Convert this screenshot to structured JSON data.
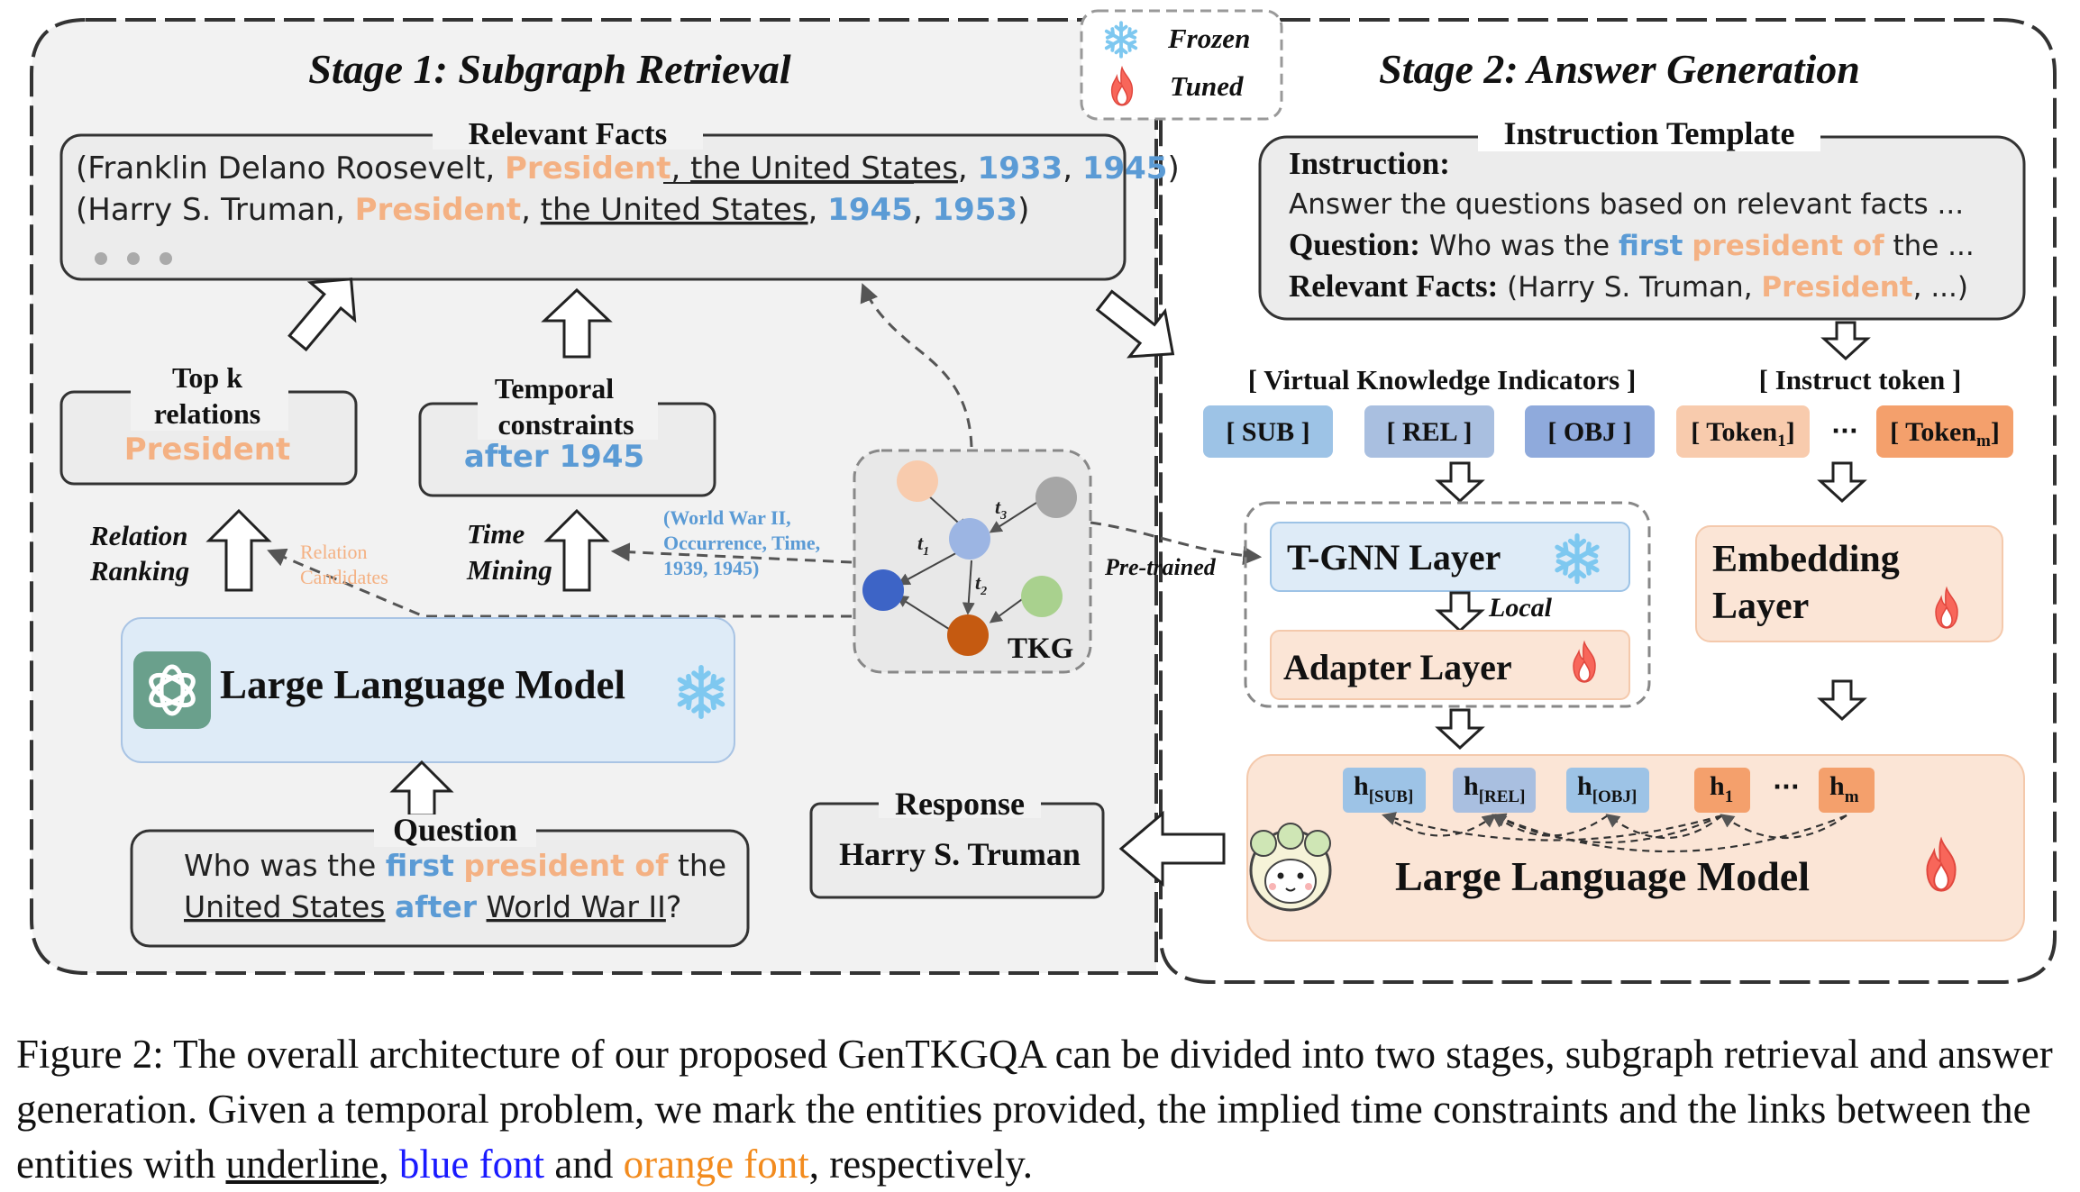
{
  "legend": {
    "frozen": "Frozen",
    "tuned": "Tuned"
  },
  "stage1": {
    "title": "Stage 1: Subgraph Retrieval",
    "relevant_facts": {
      "label": "Relevant Facts",
      "line1": {
        "open": "(Franklin Delano Roosevelt, ",
        "relation": "President",
        "sep1": ", ",
        "entity": "the United States",
        "sep2": ", ",
        "t1": "1933",
        "sep3": ", ",
        "t2": "1945",
        "close": ")"
      },
      "line2": {
        "open": "(Harry S. Truman, ",
        "relation": "President",
        "sep1": ", ",
        "entity": "the United States",
        "sep2": ", ",
        "t1": "1945",
        "sep3": ", ",
        "t2": "1953",
        "close": ")"
      }
    },
    "topk": {
      "line1": "Top k",
      "line2": "relations",
      "value": "President"
    },
    "temporal": {
      "line1": "Temporal",
      "line2": "constraints",
      "value": "after 1945"
    },
    "relation_ranking": {
      "line1": "Relation",
      "line2": "Ranking"
    },
    "relation_candidates": {
      "line1": "Relation",
      "line2": "Candidates"
    },
    "time_mining": {
      "line1": "Time",
      "line2": "Mining"
    },
    "world_war_tuple": {
      "line1": "(World War II,",
      "line2": "Occurrence, Time,",
      "line3": "1939, 1945)"
    },
    "tkg": {
      "t1": "t",
      "t1_sub": "1",
      "t2": "t",
      "t2_sub": "2",
      "t3": "t",
      "t3_sub": "3",
      "label": "TKG"
    },
    "llm": {
      "label": "Large Language Model"
    },
    "question": {
      "label": "Question",
      "line1": {
        "pre": "Who was the ",
        "first": "first",
        "space": " ",
        "relation": "president of",
        "post": " the"
      },
      "line2": {
        "entity1": "United States",
        "space1": " ",
        "after": "after",
        "space2": " ",
        "entity2": "World War II",
        "post": "?"
      }
    }
  },
  "stage2": {
    "title": "Stage 2: Answer Generation",
    "instruction_template": {
      "label": "Instruction Template",
      "instruction_key": "Instruction:",
      "instruction_text": "Answer the questions based on relevant facts ...",
      "question_key": "Question:",
      "question_pre": " Who was the ",
      "question_first": "first",
      "question_space": " ",
      "question_relation": "president of",
      "question_post": " the ...",
      "facts_key": "Relevant Facts:",
      "facts_pre": "  (Harry S. Truman, ",
      "facts_relation": "President",
      "facts_post": ", ...)"
    },
    "vki": {
      "label": "[ Virtual Knowledge Indicators ]",
      "sub": "[ SUB ]",
      "rel": "[ REL ]",
      "obj": "[ OBJ ]"
    },
    "instruct": {
      "label": "[ Instruct token ]",
      "tok1": "[ Token",
      "tok1_sub": "1",
      "tok_end": "]",
      "dots": "···",
      "tokm": "[ Token",
      "tokm_sub": "m"
    },
    "pretrained": "Pre-trained",
    "tgnn": "T-GNN Layer",
    "local": "Local",
    "adapter": "Adapter  Layer",
    "embedding": {
      "line1": "Embedding",
      "line2": "Layer"
    },
    "hidden": {
      "h": "h",
      "sub": "[SUB]",
      "rel": "[REL]",
      "obj": "[OBJ]",
      "one": "1",
      "m": "m",
      "dots": "···"
    },
    "llm": "Large Language Model",
    "response": {
      "label": "Response",
      "value": "Harry S. Truman"
    }
  },
  "caption": {
    "part1": "Figure 2: The overall architecture of our proposed GenTKGQA can be divided into two stages, subgraph retrieval and answer generation. Given a temporal problem, we mark the entities provided, the implied time constraints and the links between the entities with ",
    "underline": "underline",
    "comma1": ", ",
    "blue": "blue font",
    "and": " and ",
    "orange": "orange font",
    "end": ", respectively."
  },
  "colors": {
    "blue_text": "#5b9bd5",
    "orange_text": "#f4b183",
    "box_gray": "#ececec",
    "llm_blue": "#deebf7",
    "sub": "#9dc3e6",
    "rel": "#a9bfe0",
    "obj": "#8faadc",
    "token": "#f8cbad",
    "token_dark": "#f4a06c",
    "peach_bg": "#fbe5d6",
    "caption_blue": "#1a1aff",
    "caption_orange": "#f28b1e"
  },
  "icons": [
    "snowflake-icon",
    "flame-icon",
    "openai-logo-icon",
    "llama-icon"
  ]
}
